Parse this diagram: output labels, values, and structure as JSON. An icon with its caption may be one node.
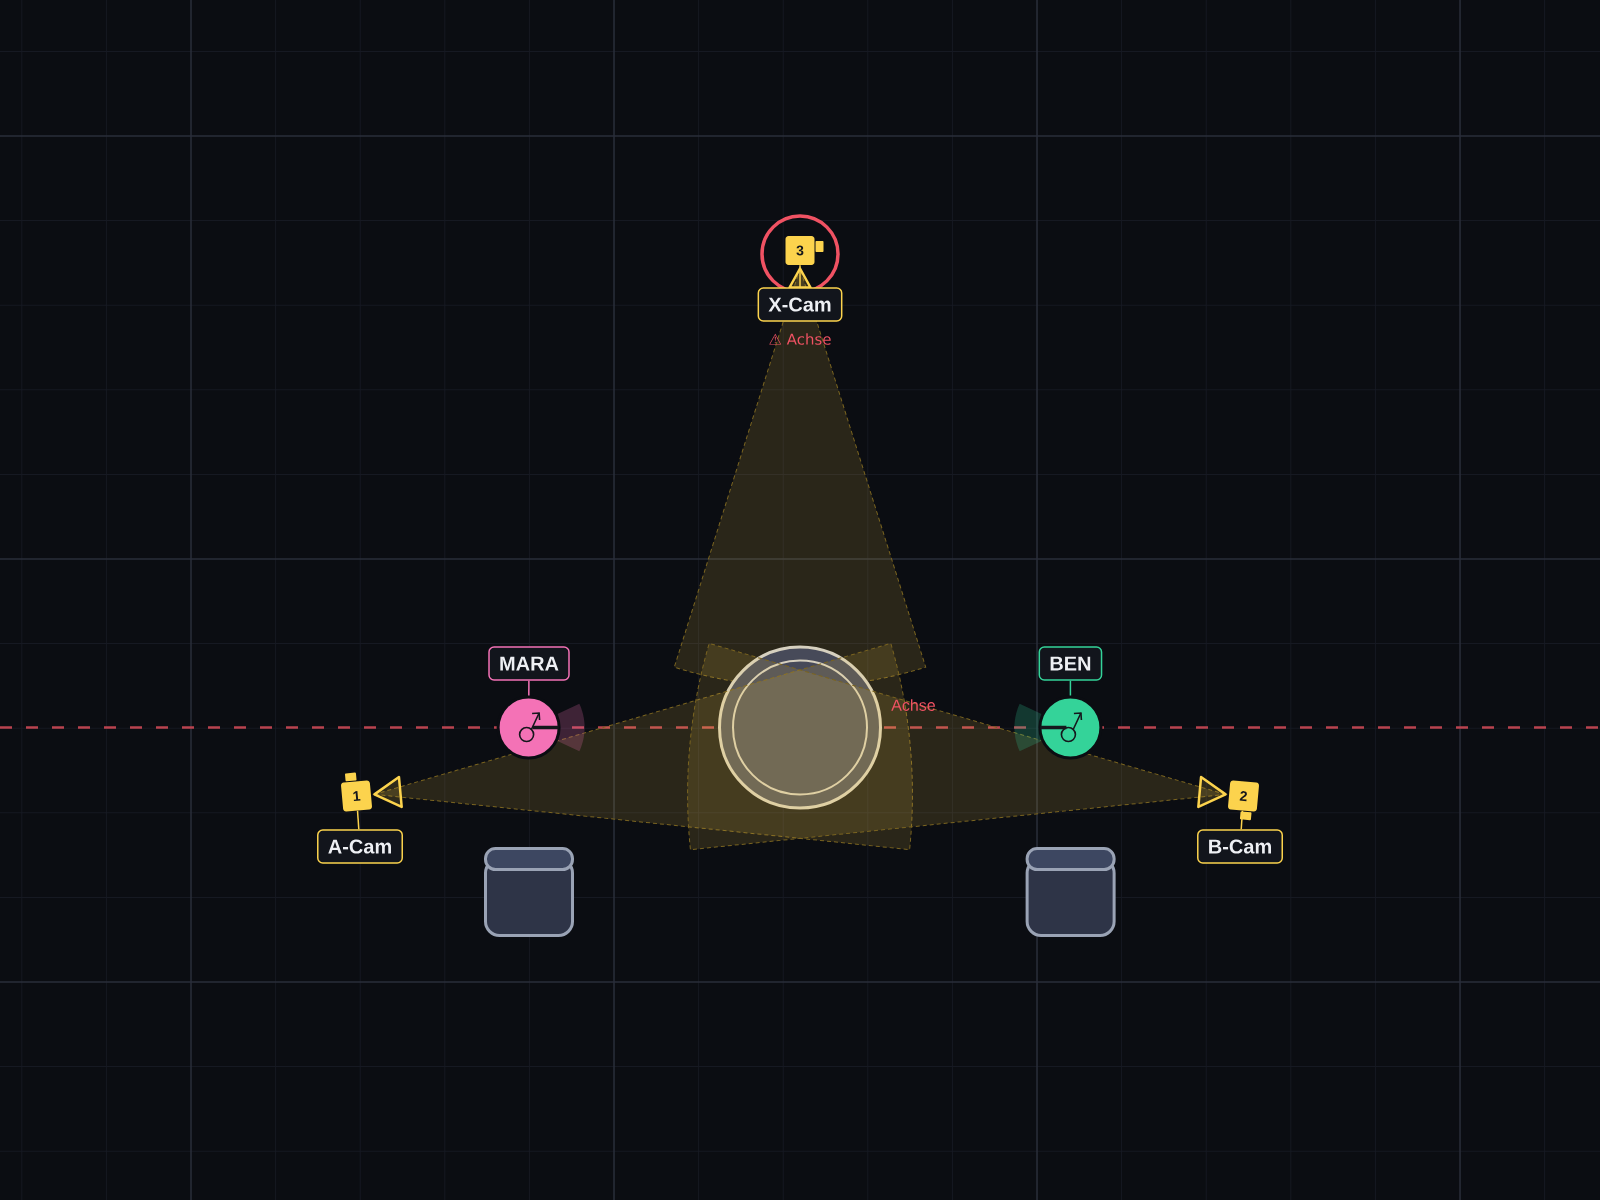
{
  "diagram": {
    "nodes": [
      {
        "text": [
          "3"
        ]
      },
      {
        "text": [
          "X-Cam"
        ],
        "beside": [
          "⚠ Achse"
        ]
      },
      {
        "text": [
          "MARA"
        ]
      },
      {
        "text": [],
        "shape": "circle"
      },
      {
        "text": [],
        "shape": "circle"
      },
      {
        "text": [
          "BEN"
        ]
      },
      {
        "text": [],
        "shape": "circle"
      },
      {
        "text": [
          "1"
        ]
      },
      {
        "text": [
          "A-Cam"
        ]
      },
      {
        "text": [
          "2"
        ]
      },
      {
        "text": [
          "B-Cam"
        ]
      },
      {
        "text": [],
        "shape": "cylinder"
      },
      {
        "text": [],
        "shape": "cylinder"
      }
    ],
    "edges": [
      {
        "from": 1,
        "to": 0,
        "arrow": "none"
      },
      {
        "from": 2,
        "to": 3,
        "arrow": "none",
        "color": "#f472b6"
      },
      {
        "from": 5,
        "to": 6,
        "arrow": "none",
        "color": "#34d399"
      },
      {
        "from": 8,
        "to": 7,
        "arrow": "none"
      },
      {
        "from": 10,
        "to": 9,
        "arrow": "none"
      }
    ],
    "labels": [
      "Achse"
    ]
  }
}
